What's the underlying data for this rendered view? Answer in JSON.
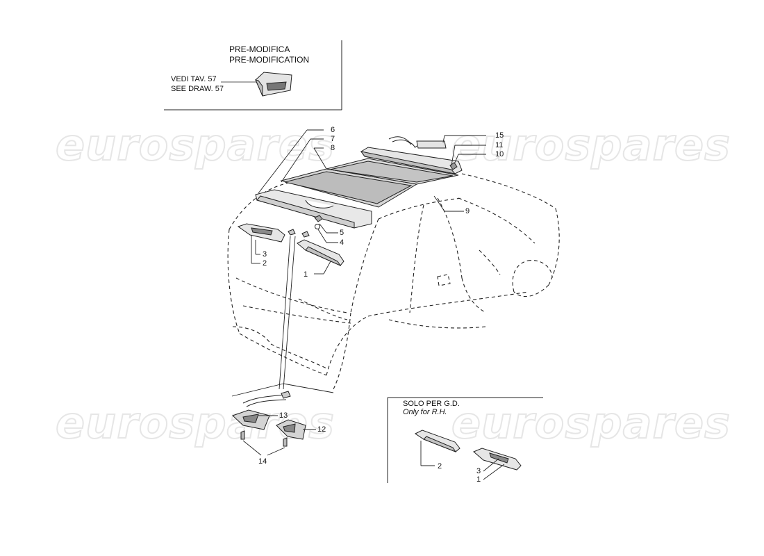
{
  "inset_premod": {
    "title_it": "PRE-MODIFICA",
    "title_en": "PRE-MODIFICATION",
    "ref_it": "VEDI TAV. 57",
    "ref_en": "SEE DRAW. 57"
  },
  "inset_rh": {
    "title_it": "SOLO PER G.D.",
    "title_en": "Only for R.H.",
    "callouts": [
      "2",
      "3",
      "1"
    ]
  },
  "callouts": {
    "c1": "1",
    "c2": "2",
    "c3": "3",
    "c4": "4",
    "c5": "5",
    "c6": "6",
    "c7": "7",
    "c8": "8",
    "c9": "9",
    "c10": "10",
    "c11": "11",
    "c12": "12",
    "c13": "13",
    "c14": "14",
    "c15": "15"
  },
  "watermark": "eurospares",
  "colors": {
    "line": "#222222",
    "watermark": "#e6e6e6",
    "part_fill": "#d9d9d9"
  }
}
